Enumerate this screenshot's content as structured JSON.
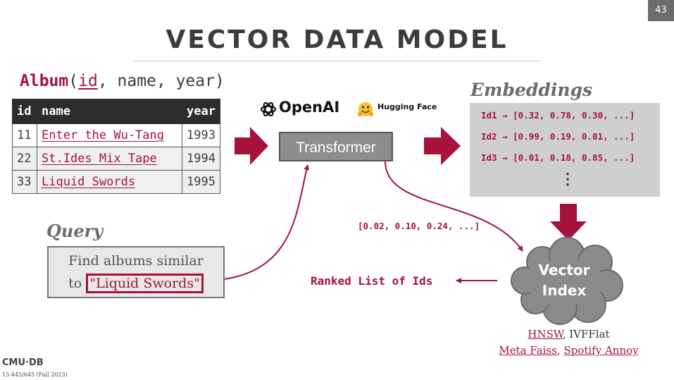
{
  "slide_number": "43",
  "title": "VECTOR DATA MODEL",
  "schema": {
    "table_name": "Album",
    "open": "(",
    "pk": "id",
    "rest": ", name, year)"
  },
  "album_table": {
    "headers": [
      "id",
      "name",
      "year"
    ],
    "rows": [
      [
        "11",
        "Enter the Wu-Tang",
        "1993"
      ],
      [
        "22",
        "St.Ides Mix Tape",
        "1994"
      ],
      [
        "33",
        "Liquid Swords",
        "1995"
      ]
    ]
  },
  "logos": {
    "openai": "OpenAI",
    "huggingface": "Hugging Face"
  },
  "transformer_label": "Transformer",
  "embeddings": {
    "title": "Embeddings",
    "rows": [
      "Id1 → [0.32, 0.78, 0.30, ...]",
      "Id2 → [0.99, 0.19, 0.81, ...]",
      "Id3 → [0.01, 0.18, 0.85, ...]"
    ],
    "more": "⋮"
  },
  "query": {
    "title": "Query",
    "line1": "Find albums similar",
    "line2_prefix": "to ",
    "line2_highlight": "\"Liquid Swords\""
  },
  "query_vector": "[0.02, 0.10, 0.24, ...]",
  "vector_index": {
    "line1": "Vector",
    "line2": "Index"
  },
  "ranked_list": "Ranked List of Ids",
  "algorithms": {
    "hnsw": "HNSW",
    "sep1": ", IVFFlat",
    "meta": "Meta Faiss",
    "sep2": ", ",
    "spotify": "Spotify Annoy"
  },
  "footer": {
    "logo": "CMU·DB",
    "course": "15-445/645 (Fall 2023)"
  },
  "colors": {
    "accent": "#a6123a",
    "title": "#3c3c3c",
    "box_gray": "#cfcfcf"
  }
}
